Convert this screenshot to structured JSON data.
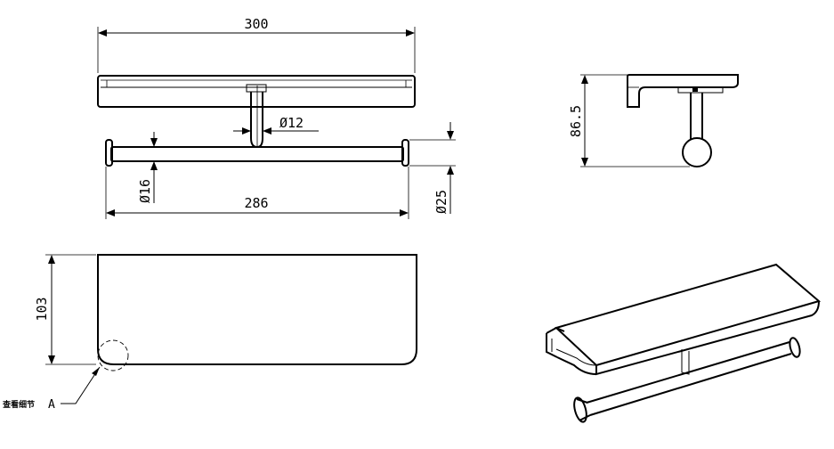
{
  "dimensions": {
    "overall_width": "300",
    "rod_length": "286",
    "post_diameter": "Ø12",
    "rod_diameter": "Ø16",
    "end_cap_diameter": "Ø25",
    "side_height": "86.5",
    "shelf_depth": "103"
  },
  "detail_callout": {
    "label": "查看细节",
    "marker": "A"
  },
  "colors": {
    "line": "#000000",
    "background": "#ffffff"
  }
}
